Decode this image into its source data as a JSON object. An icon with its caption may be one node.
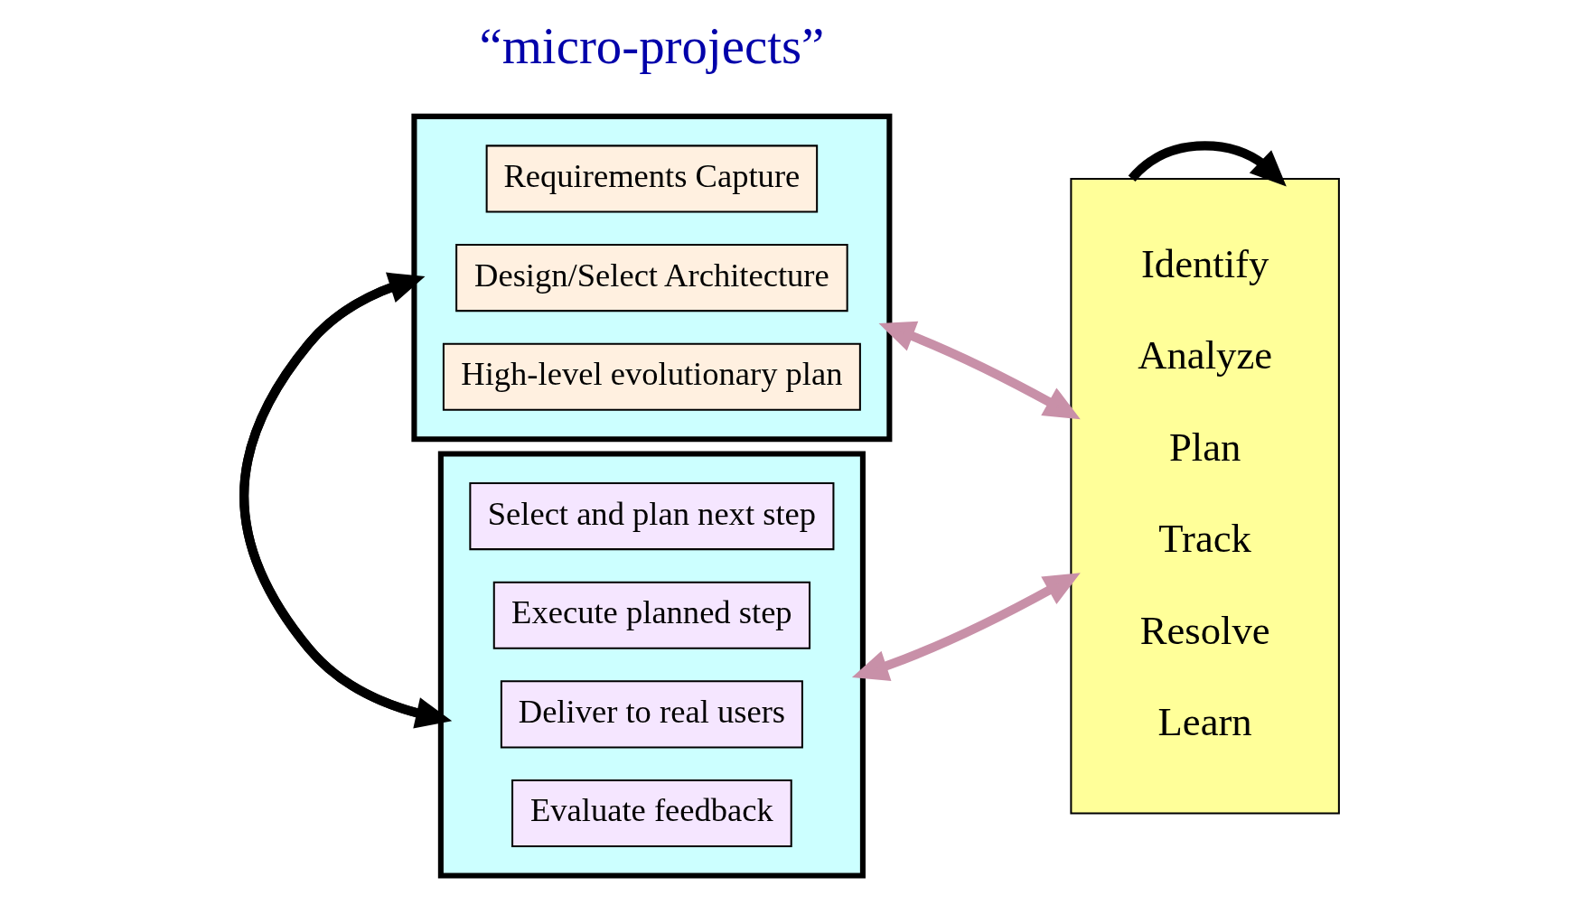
{
  "diagram": {
    "nodes": [
      {
        "text": [],
        "shape": "box"
      },
      {
        "text": [
          "Requirements Capture"
        ],
        "in": 0
      },
      {
        "text": [
          "Design/Select Architecture"
        ],
        "in": 0
      },
      {
        "text": [
          "High-level evolutionary plan"
        ],
        "in": 0
      },
      {
        "text": [],
        "shape": "box"
      },
      {
        "text": [
          "Select and plan next step"
        ],
        "in": 4
      },
      {
        "text": [
          "Execute planned step"
        ],
        "in": 4
      },
      {
        "text": [
          "Deliver to real users"
        ],
        "in": 4
      },
      {
        "text": [
          "Evaluate feedback"
        ],
        "in": 4
      },
      {
        "text": [
          "Identify",
          "Analyze",
          "Plan",
          "Track",
          "Resolve",
          "Learn"
        ]
      }
    ],
    "edges": [
      {
        "from": 0,
        "to": 4,
        "arrow": "to"
      },
      {
        "from": 4,
        "to": 0,
        "arrow": "to"
      },
      {
        "from": 0,
        "to": 9,
        "arrow": "both",
        "color": "#c890a8"
      },
      {
        "from": 4,
        "to": 9,
        "arrow": "both",
        "color": "#c890a8"
      },
      {
        "from": 9,
        "to": 9,
        "arrow": "to"
      }
    ],
    "labels": [
      "“micro-projects”"
    ]
  }
}
